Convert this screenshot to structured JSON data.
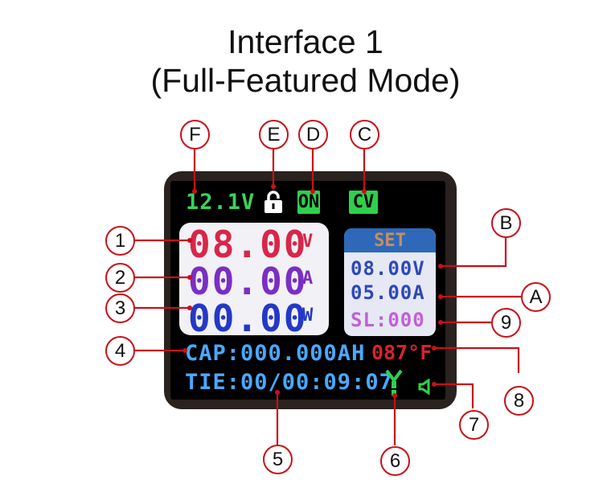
{
  "title": {
    "line1": "Interface 1",
    "line2": "(Full-Featured Mode)"
  },
  "status_bar": {
    "input_voltage": "12.1V",
    "on_label": "ON",
    "mode_label": "CV"
  },
  "readings": {
    "voltage": {
      "value": "08.00",
      "unit": "V"
    },
    "current": {
      "value": "00.00",
      "unit": "A"
    },
    "power": {
      "value": "00.00",
      "unit": "W"
    }
  },
  "set_panel": {
    "header": "SET",
    "voltage": "08.00V",
    "current": "05.00A",
    "level": "SL:000"
  },
  "capacity": "CAP:000.000AH",
  "temperature": "087°F",
  "time": "TIE:00/00:09:07",
  "callouts": {
    "f": "F",
    "e": "E",
    "d": "D",
    "c": "C",
    "b": "B",
    "a": "A",
    "n1": "1",
    "n2": "2",
    "n3": "3",
    "n4": "4",
    "n5": "5",
    "n6": "6",
    "n7": "7",
    "n8": "8",
    "n9": "9"
  },
  "colors": {
    "accent_red": "#c81018",
    "display_green": "#2fd04b",
    "display_blue": "#4aa9ff",
    "voltage_red": "#d8264a",
    "current_purple": "#7a2ec4",
    "power_blue": "#2438c8",
    "set_header": "#2f68b8"
  },
  "icons": {
    "lock": "lock-icon",
    "wireless": "wireless-antenna-icon",
    "speaker": "speaker-icon"
  }
}
